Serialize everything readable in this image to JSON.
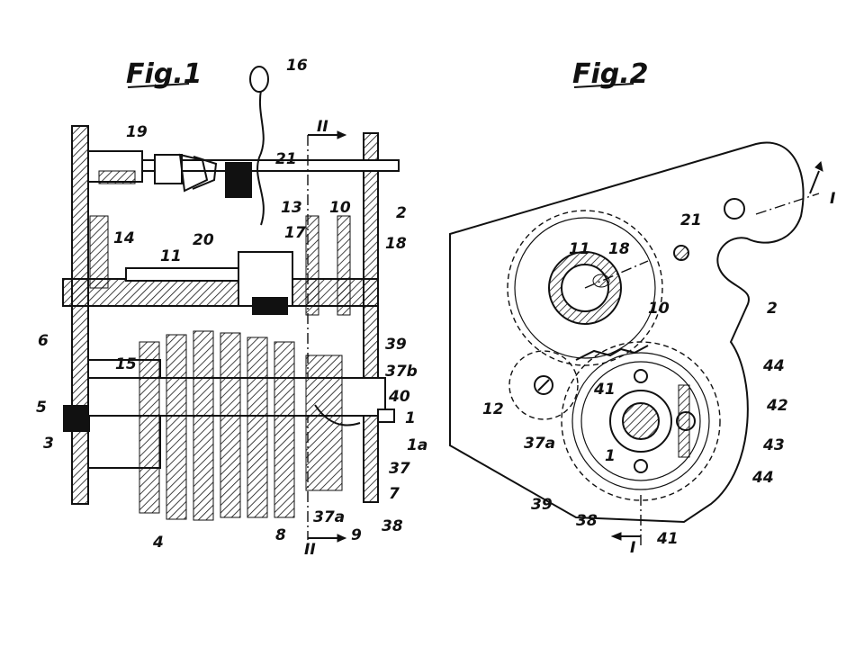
{
  "figures": {
    "fig1": {
      "title": "Fig.1"
    },
    "fig2": {
      "title": "Fig.2"
    }
  },
  "fig1_labels": {
    "l16": "16",
    "l19": "19",
    "l21": "21",
    "lII_top": "II",
    "l13": "13",
    "l10": "10",
    "l2": "2",
    "l14": "14",
    "l20": "20",
    "l17": "17",
    "l18": "18",
    "l11": "11",
    "l6": "6",
    "l39": "39",
    "l15": "15",
    "l37b": "37b",
    "l40": "40",
    "l5": "5",
    "l1": "1",
    "l3": "3",
    "l1a": "1a",
    "l37": "37",
    "l7": "7",
    "l4": "4",
    "l8": "8",
    "l37a": "37a",
    "l9": "9",
    "l38": "38",
    "lII_bottom": "II"
  },
  "fig2_labels": {
    "lI_top": "I",
    "l21": "21",
    "l11": "11",
    "l18": "18",
    "l10": "10",
    "l2": "2",
    "l44_top": "44",
    "l41_top": "41",
    "l12": "12",
    "l42": "42",
    "l37a": "37a",
    "l1": "1",
    "l43": "43",
    "l44_bottom": "44",
    "l39": "39",
    "l38": "38",
    "l41_bottom": "41",
    "lI_bottom": "I"
  }
}
